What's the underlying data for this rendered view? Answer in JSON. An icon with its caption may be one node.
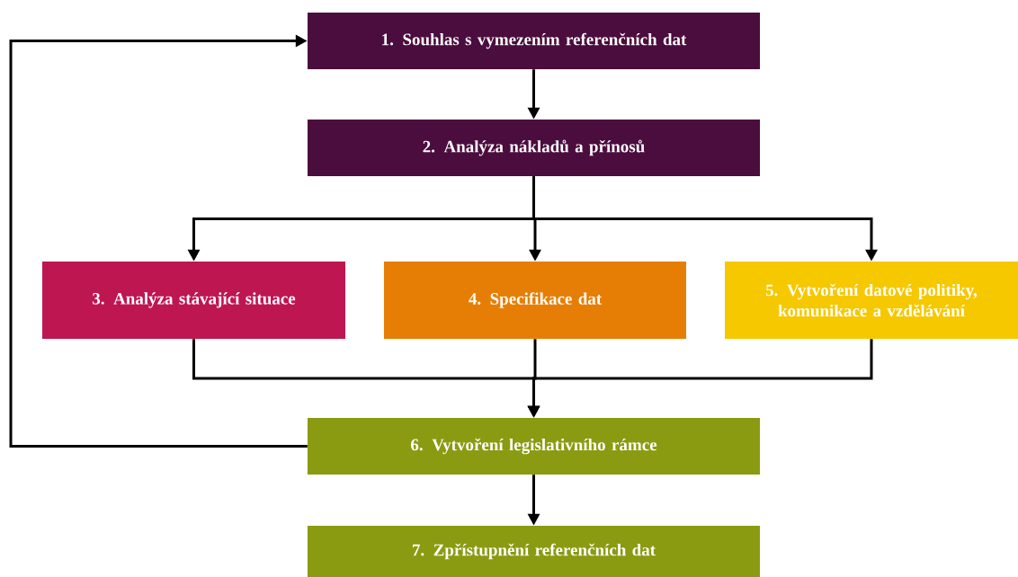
{
  "diagram": {
    "nodes": [
      {
        "text": [
          "1. Souhlas s vymezením referenčních dat"
        ]
      },
      {
        "text": [
          "2. Analýza nákladů a přínosů"
        ]
      },
      {
        "text": [
          "3. Analýza stávající situace"
        ]
      },
      {
        "text": [
          "4. Specifikace dat"
        ]
      },
      {
        "text": [
          "5. Vytvoření datové politiky, komunikace a vzdělávání"
        ]
      },
      {
        "text": [
          "6. Vytvoření legislativního rámce"
        ]
      },
      {
        "text": [
          "7. Zpřístupnění referenčních dat"
        ]
      }
    ],
    "edges": [
      {
        "from": 0,
        "to": 1,
        "arrow": "to"
      },
      {
        "from": 1,
        "to": 2,
        "arrow": "to"
      },
      {
        "from": 1,
        "to": 3,
        "arrow": "to"
      },
      {
        "from": 1,
        "to": 4,
        "arrow": "to"
      },
      {
        "from": 2,
        "to": 5,
        "arrow": "to"
      },
      {
        "from": 3,
        "to": 5,
        "arrow": "to"
      },
      {
        "from": 4,
        "to": 5,
        "arrow": "to"
      },
      {
        "from": 5,
        "to": 6,
        "arrow": "to"
      },
      {
        "from": 5,
        "to": 0,
        "arrow": "to"
      }
    ]
  }
}
